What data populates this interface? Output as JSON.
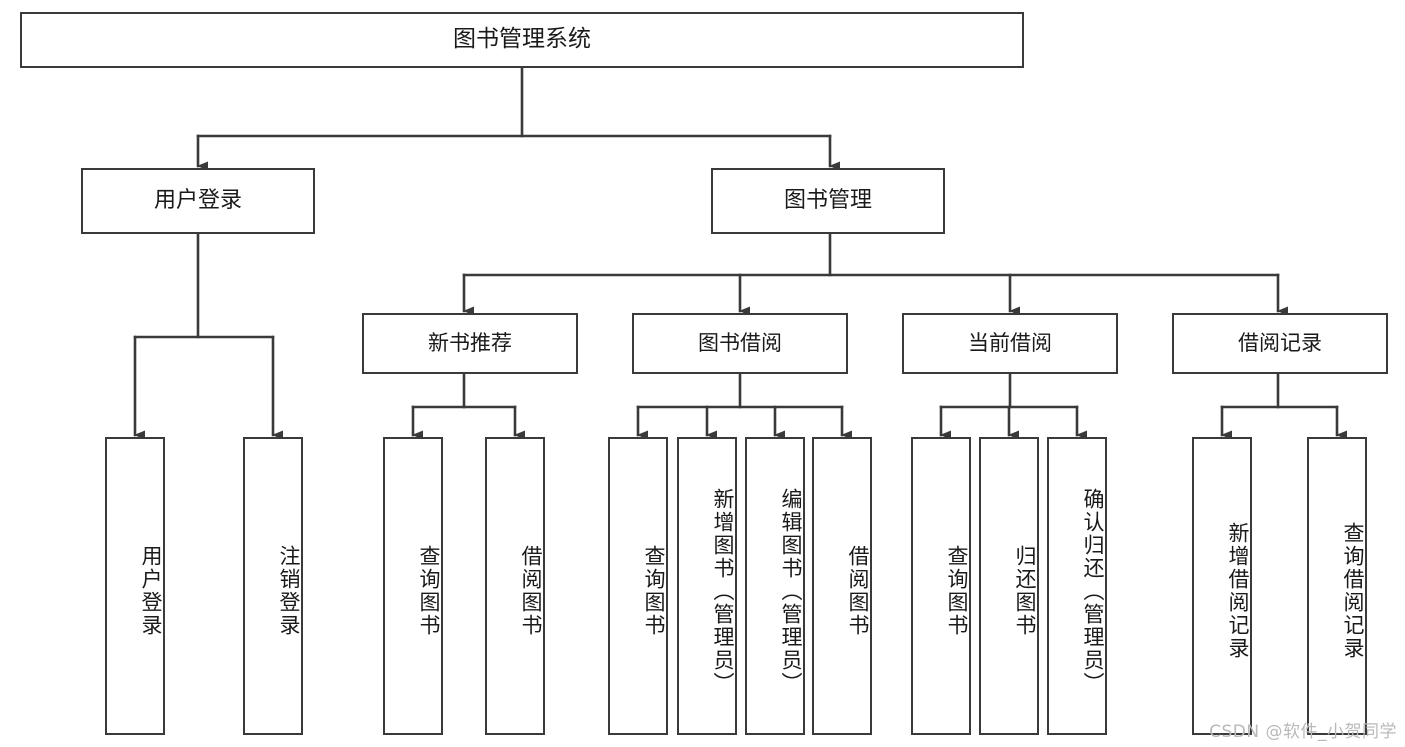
{
  "diagram": {
    "type": "tree",
    "title": "图书管理系统",
    "watermark": "CSDN @软件_小贺同学",
    "colors": {
      "stroke": "#3a3a3a",
      "fill": "#ffffff",
      "text": "#1a1a1a",
      "watermark": "#b9b9b9"
    },
    "nodes": {
      "root": {
        "label": "图书管理系统"
      },
      "level2": [
        {
          "label": "用户登录"
        },
        {
          "label": "图书管理"
        }
      ],
      "level3": [
        {
          "label": "新书推荐"
        },
        {
          "label": "图书借阅"
        },
        {
          "label": "当前借阅"
        },
        {
          "label": "借阅记录"
        }
      ],
      "leaves": {
        "user_login": [
          {
            "label": "用户登录"
          },
          {
            "label": "注销登录"
          }
        ],
        "new_books": [
          {
            "label": "查询图书"
          },
          {
            "label": "借阅图书"
          }
        ],
        "book_borrow": [
          {
            "label": "查询图书"
          },
          {
            "label": "新增图书（管理员）"
          },
          {
            "label": "编辑图书（管理员）"
          },
          {
            "label": "借阅图书"
          }
        ],
        "current_borrow": [
          {
            "label": "查询图书"
          },
          {
            "label": "归还图书"
          },
          {
            "label": "确认归还（管理员）"
          }
        ],
        "borrow_records": [
          {
            "label": "新增借阅记录"
          },
          {
            "label": "查询借阅记录"
          }
        ]
      }
    }
  }
}
